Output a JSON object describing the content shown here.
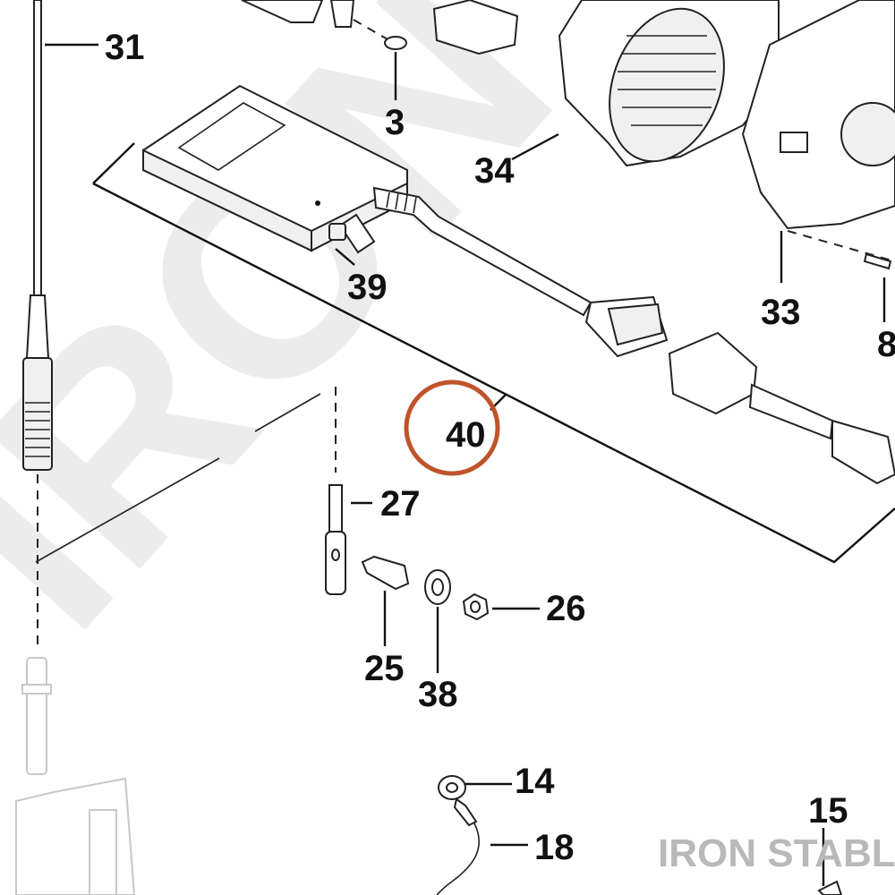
{
  "watermark_text": "IRON S",
  "brand_mark": "IRON STABLE",
  "highlight_color": "#c0532a",
  "callouts": [
    {
      "id": "c31",
      "text": "31"
    },
    {
      "id": "c3",
      "text": "3"
    },
    {
      "id": "c34",
      "text": "34"
    },
    {
      "id": "c39",
      "text": "39"
    },
    {
      "id": "c33",
      "text": "33"
    },
    {
      "id": "c8",
      "text": "8"
    },
    {
      "id": "c40",
      "text": "40"
    },
    {
      "id": "c27",
      "text": "27"
    },
    {
      "id": "c26",
      "text": "26"
    },
    {
      "id": "c25",
      "text": "25"
    },
    {
      "id": "c38",
      "text": "38"
    },
    {
      "id": "c14",
      "text": "14"
    },
    {
      "id": "c18",
      "text": "18"
    },
    {
      "id": "c15",
      "text": "15"
    }
  ]
}
